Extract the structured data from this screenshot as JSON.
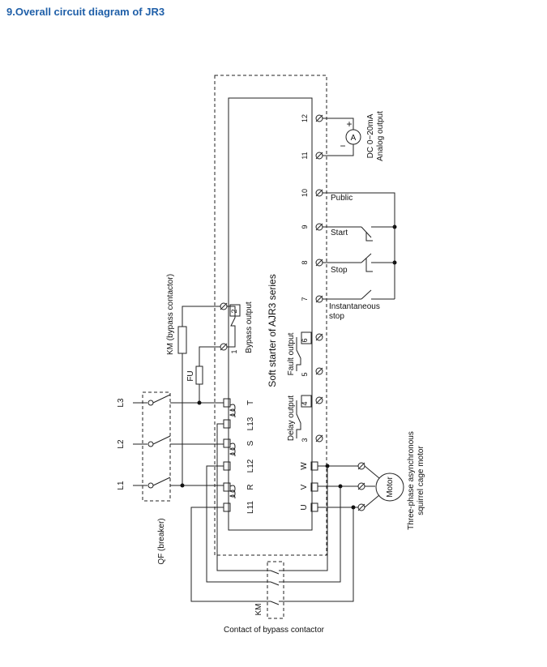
{
  "page": {
    "title": "9.Overall circuit diagram of  JR3"
  },
  "labels": {
    "soft_starter": "Soft starter of AJR3 series",
    "km_bypass": "KM (bypass contactor)",
    "fu": "FU",
    "bypass_output": "Bypass output",
    "fault_output": "Fault output",
    "delay_output": "Delay output",
    "qf_breaker": "QF (breaker)",
    "km": "KM",
    "contact_bypass": "Contact of bypass contactor",
    "motor_desc_1": "Three-phase asynchronous",
    "motor_desc_2": "squirrel cage motor",
    "motor": "Motor",
    "analog_1": "DC 0~20mA",
    "analog_2": "Analog output",
    "ammeter": "A",
    "plus": "+",
    "minus": "−",
    "public": "Public",
    "start": "Start",
    "stop": "Stop",
    "inst_1": "Instantaneous",
    "inst_2": "stop"
  },
  "line_phases": {
    "l1": "L1",
    "l2": "L2",
    "l3": "L3"
  },
  "input_terminals": {
    "l11": "L11",
    "r": "R",
    "l12": "L12",
    "s": "S",
    "l13": "L13",
    "t": "T"
  },
  "output_terminals": {
    "u": "U",
    "v": "V",
    "w": "W"
  },
  "bypass_terminals": {
    "t1": "1",
    "t2": "2"
  },
  "control_terminals": {
    "t3": "3",
    "t4": "4",
    "t5": "5",
    "t6": "6",
    "t7": "7",
    "t8": "8",
    "t9": "9",
    "t10": "10",
    "t11": "11",
    "t12": "12"
  }
}
